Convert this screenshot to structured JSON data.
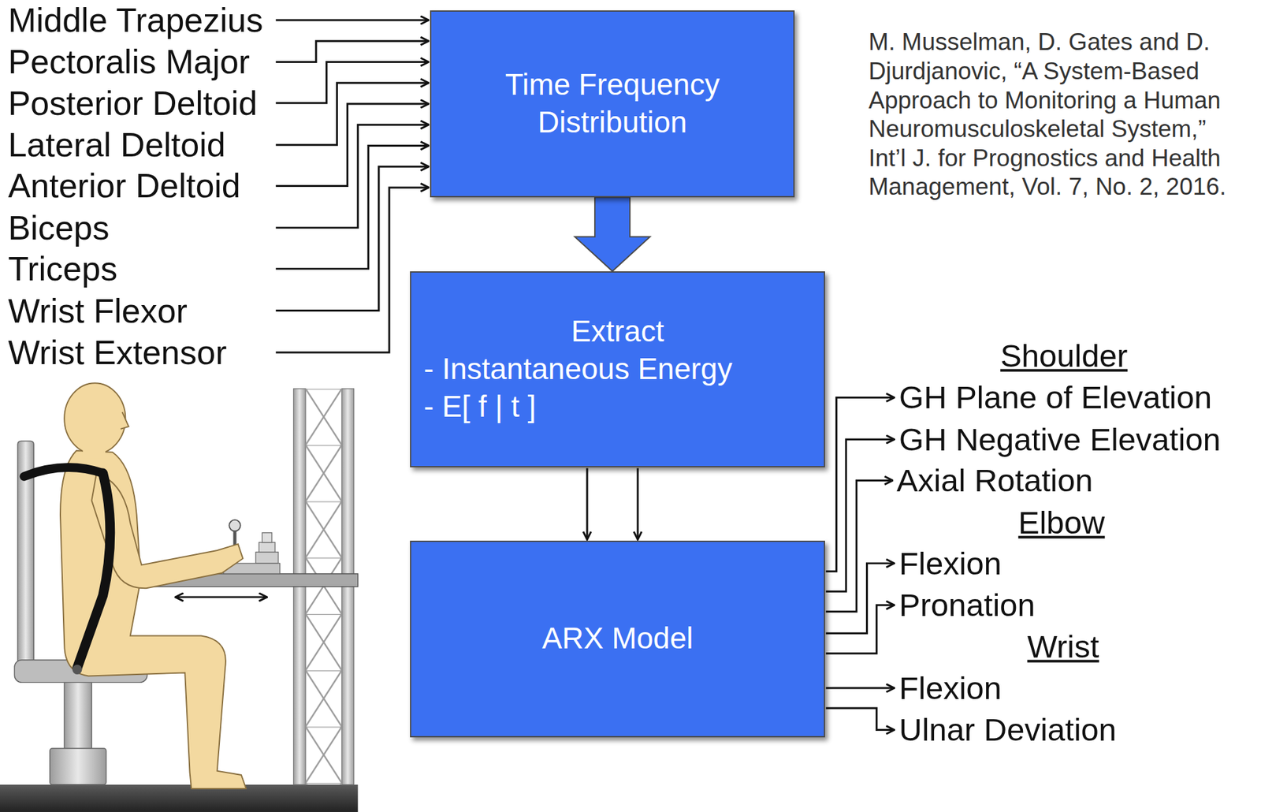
{
  "diagram": {
    "nodes": [
      {
        "text": [
          "Time Frequency Distribution"
        ]
      },
      {
        "text": [
          "Extract",
          "- Instantaneous Energy",
          "- E[ f | t ]"
        ]
      },
      {
        "text": [
          "ARX Model"
        ]
      }
    ],
    "edges": [
      {
        "from": 0,
        "to": 1,
        "arrow": "to"
      },
      {
        "from": 1,
        "to": 2,
        "arrow": "to"
      },
      {
        "from": 1,
        "to": 2,
        "arrow": "to"
      }
    ],
    "labels": [
      "Middle Trapezius",
      "Pectoralis Major",
      "Posterior Deltoid",
      "Lateral Deltoid",
      "Anterior Deltoid",
      "Biceps",
      "Triceps",
      "Wrist Flexor",
      "Wrist Extensor",
      "M. Musselman, D. Gates and D. Djurdjanovic, “A System-Based Approach to Monitoring a Human Neuromusculoskeletal System,” Int’l J. for Prognostics and Health Management, Vol. 7, No. 2, 2016.",
      "Shoulder",
      "GH Plane of Elevation",
      "GH Negative Elevation",
      "Axial Rotation",
      "Elbow",
      "Flexion",
      "Pronation",
      "Wrist",
      "Flexion",
      "Ulnar Deviation"
    ]
  }
}
